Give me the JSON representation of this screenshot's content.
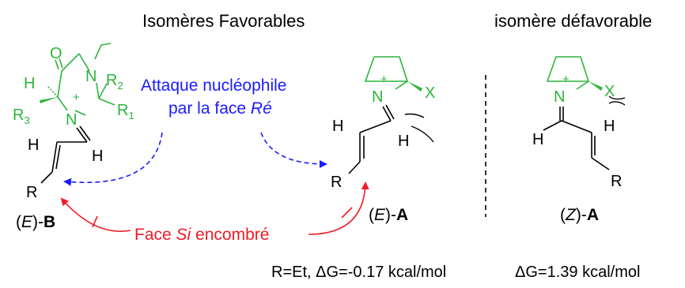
{
  "headings": {
    "favorable": "Isomères Favorables",
    "unfavorable": "isomère défavorable"
  },
  "annotations": {
    "attack_line1": "Attaque nucléophile",
    "attack_line2_prefix": "par la face ",
    "attack_line2_italic": "Ré",
    "face_prefix": "Face ",
    "face_italic": "Si",
    "face_suffix": " encombré"
  },
  "compounds": {
    "B": {
      "prefix": "(",
      "stereo": "E",
      "suffix": ")-",
      "bold": "B"
    },
    "EA": {
      "prefix": "(",
      "stereo": "E",
      "suffix": ")-",
      "bold": "A"
    },
    "ZA": {
      "prefix": "(",
      "stereo": "Z",
      "suffix": ")-",
      "bold": "A"
    }
  },
  "atoms": {
    "O": "O",
    "N": "N",
    "H": "H",
    "R": "R",
    "X": "X",
    "R1": "R",
    "R1_sub": "1",
    "R2": "R",
    "R2_sub": "2",
    "R3": "R",
    "R3_sub": "3",
    "plus": "+"
  },
  "energies": {
    "E": "R=Et, ΔG=-0.17 kcal/mol",
    "Z": "ΔG=1.39 kcal/mol"
  },
  "colors": {
    "catalyst": "#2db43c",
    "attack": "#1a1aff",
    "hindered": "#ee1c24",
    "text": "#000000"
  }
}
